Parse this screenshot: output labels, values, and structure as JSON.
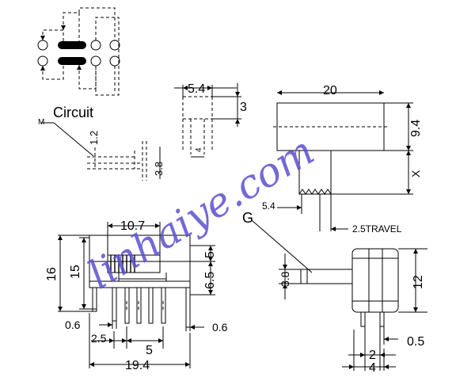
{
  "labels": {
    "circuit": "Circuit",
    "m": "M",
    "g": "G",
    "travel": "2.5TRAVEL"
  },
  "dims": {
    "d_1_2": "1.2",
    "d_3_8_small": "3.8",
    "d_5_4_top": "5.4",
    "d_3": "3",
    "d_4": "4",
    "d_20": "20",
    "d_9_4": "9.4",
    "d_x": "X",
    "d_5_4_right": "5.4",
    "d_10_7": "10.7",
    "d_16": "16",
    "d_15": "15",
    "d_5": "5",
    "d_6_5": "6.5",
    "d_0_6_left": "0.6",
    "d_0_6_right": "0.6",
    "d_2_5": "2.5",
    "d_5_bottom": "5",
    "d_19_4": "19.4",
    "d_3_8_side": "3.8",
    "d_12": "12",
    "d_0_5": "0.5",
    "d_2": "2",
    "d_4_bottom": "4"
  },
  "watermark": "linhaiye.com",
  "colors": {
    "line": "#000000",
    "watermark": "#5b4fd0"
  }
}
